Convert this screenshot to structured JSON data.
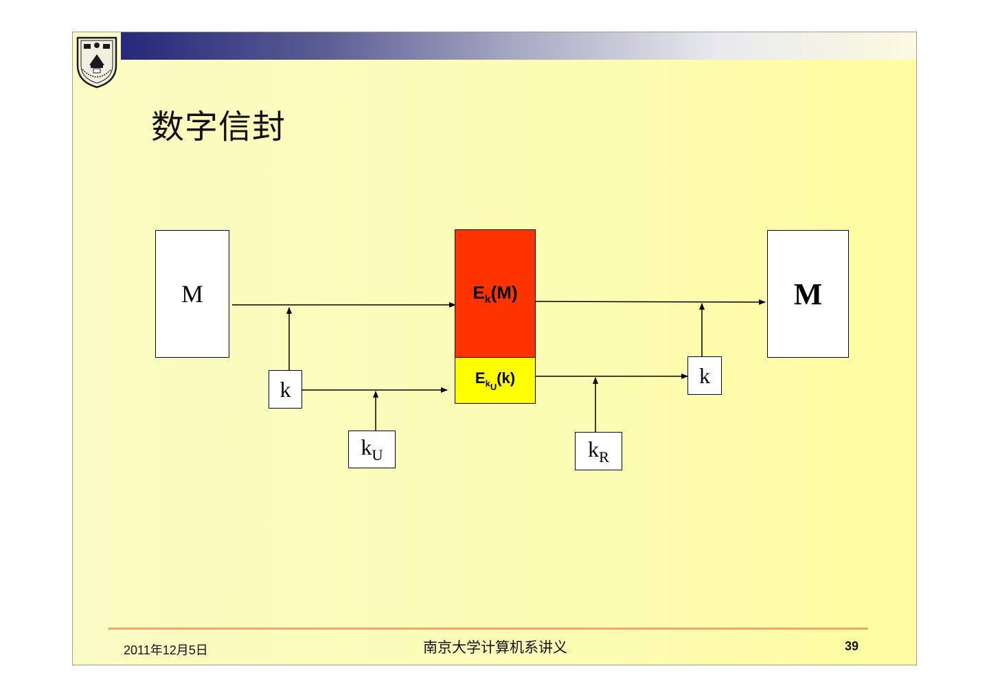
{
  "slide": {
    "title": "数字信封",
    "footer": {
      "date": "2011年12月5日",
      "course": "南京大学计算机系讲义",
      "page_number": "39"
    }
  },
  "diagram": {
    "message_box": "M",
    "key_k_left": "k",
    "key_public_base": "k",
    "key_public_sub": "U",
    "encrypted_message": {
      "base": "E",
      "sub": "k",
      "arg": "(M)"
    },
    "encrypted_key": {
      "base": "E",
      "sub": "k",
      "subsub": "U",
      "arg": "(k)"
    },
    "key_k_right": "k",
    "key_private_base": "k",
    "key_private_sub": "R",
    "recovered_message_box": "M"
  },
  "colors": {
    "encrypted_message_fill": "#ff3300",
    "encrypted_key_fill": "#ffff00",
    "footer_line": "#f6a26a"
  }
}
